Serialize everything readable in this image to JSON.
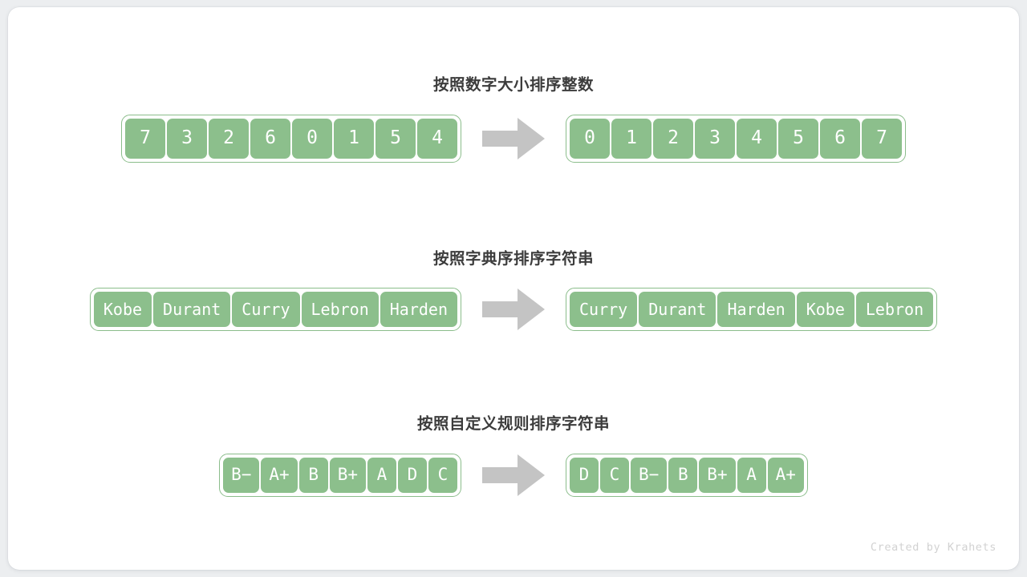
{
  "credit": "Created by Krahets",
  "arrow_color": "#c4c4c4",
  "cell_color": "#8cbf8c",
  "title_color": "#3c3c3c",
  "sections": [
    {
      "title": "按照数字大小排序整数",
      "kind": "num",
      "before": [
        "7",
        "3",
        "2",
        "6",
        "0",
        "1",
        "5",
        "4"
      ],
      "after": [
        "0",
        "1",
        "2",
        "3",
        "4",
        "5",
        "6",
        "7"
      ]
    },
    {
      "title": "按照字典序排序字符串",
      "kind": "str",
      "before": [
        "Kobe",
        "Durant",
        "Curry",
        "Lebron",
        "Harden"
      ],
      "after": [
        "Curry",
        "Durant",
        "Harden",
        "Kobe",
        "Lebron"
      ]
    },
    {
      "title": "按照自定义规则排序字符串",
      "kind": "grade",
      "before": [
        "B−",
        "A+",
        "B",
        "B+",
        "A",
        "D",
        "C"
      ],
      "after": [
        "D",
        "C",
        "B−",
        "B",
        "B+",
        "A",
        "A+"
      ]
    }
  ]
}
